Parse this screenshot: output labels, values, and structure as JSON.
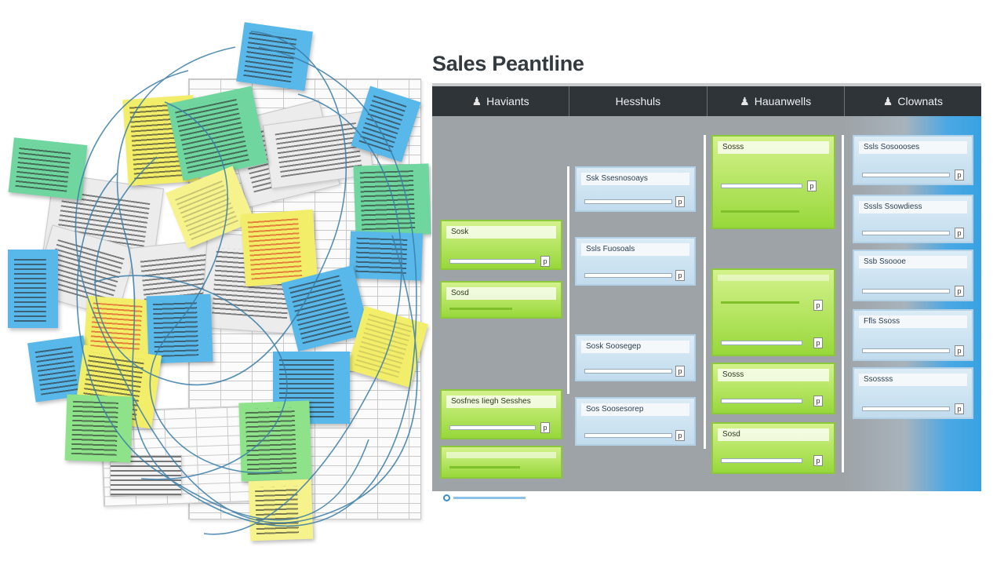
{
  "title": "Sales Peantline",
  "colors": {
    "header_bg": "#2f3439",
    "board_bg": "#9ea3a7",
    "accent_blue": "#39a2e2",
    "card_green": "#98d83a",
    "card_blue": "#c2dcee"
  },
  "columns": [
    {
      "label": "Haviants",
      "icon": "people-icon"
    },
    {
      "label": "Hesshuls",
      "icon": ""
    },
    {
      "label": "Hauanwells",
      "icon": "people-icon"
    },
    {
      "label": "Clownats",
      "icon": "people-icon"
    }
  ],
  "cards": {
    "col1": [
      "Sosk",
      "Sosd",
      "Sosfnes Iiegh Sesshes",
      ""
    ],
    "col2": [
      "Ssk Ssesnosoays",
      "Ssls Fuosoals",
      "Sosk Soosegep",
      "Sos Soosesorep"
    ],
    "col3": [
      "Sosss",
      "",
      "",
      "Sosss",
      "Sosd"
    ],
    "col4": [
      "Ssls Sosoooses",
      "Sssls Ssowdiess",
      "Ssb Ssoooe",
      "Ffls Ssoss",
      "Ssossss"
    ]
  }
}
